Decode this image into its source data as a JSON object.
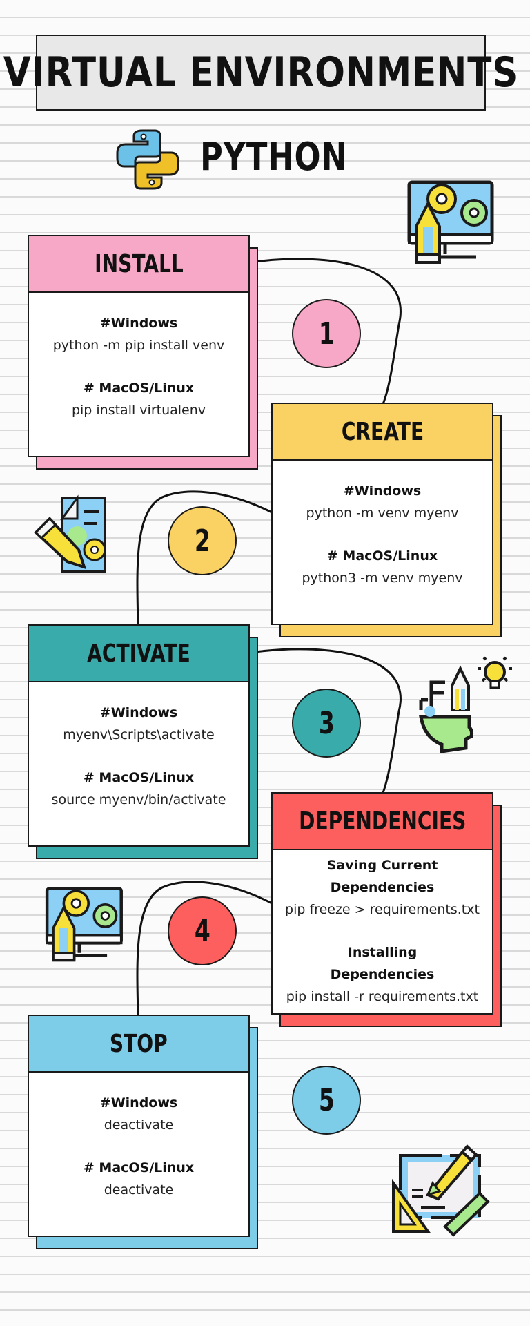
{
  "header": {
    "title": "VIRTUAL ENVIRONMENTS",
    "subtitle": "PYTHON",
    "logo_icon": "python-logo-icon"
  },
  "colors": {
    "install": "#f7a8c6",
    "create": "#fad264",
    "activate": "#3aabab",
    "dependencies": "#fd5f5f",
    "stop": "#7dcde8"
  },
  "steps": [
    {
      "number": "1",
      "title": "INSTALL",
      "sections": [
        {
          "label": "#Windows",
          "command": "python -m pip install venv"
        },
        {
          "label": "# MacOS/Linux",
          "command": "pip install virtualenv"
        }
      ]
    },
    {
      "number": "2",
      "title": "CREATE",
      "sections": [
        {
          "label": "#Windows",
          "command": "python -m venv myenv"
        },
        {
          "label": "# MacOS/Linux",
          "command": "python3 -m venv myenv"
        }
      ]
    },
    {
      "number": "3",
      "title": "ACTIVATE",
      "sections": [
        {
          "label": "#Windows",
          "command": "myenv\\Scripts\\activate"
        },
        {
          "label": "# MacOS/Linux",
          "command": "source myenv/bin/activate"
        }
      ]
    },
    {
      "number": "4",
      "title": "DEPENDENCIES",
      "sections": [
        {
          "label_line1": "Saving Current",
          "label_line2": "Dependencies",
          "command": "pip freeze > requirements.txt"
        },
        {
          "label_line1": "Installing",
          "label_line2": "Dependencies",
          "command": "pip install -r requirements.txt"
        }
      ]
    },
    {
      "number": "5",
      "title": "STOP",
      "sections": [
        {
          "label": "#Windows",
          "command": "deactivate"
        },
        {
          "label": "# MacOS/Linux",
          "command": "deactivate"
        }
      ]
    }
  ],
  "decorations": [
    "computer-gears-pencil-icon",
    "document-gears-pencil-icon",
    "creative-head-lightbulb-icon",
    "computer-gears-pencil-icon",
    "design-tools-icon"
  ]
}
